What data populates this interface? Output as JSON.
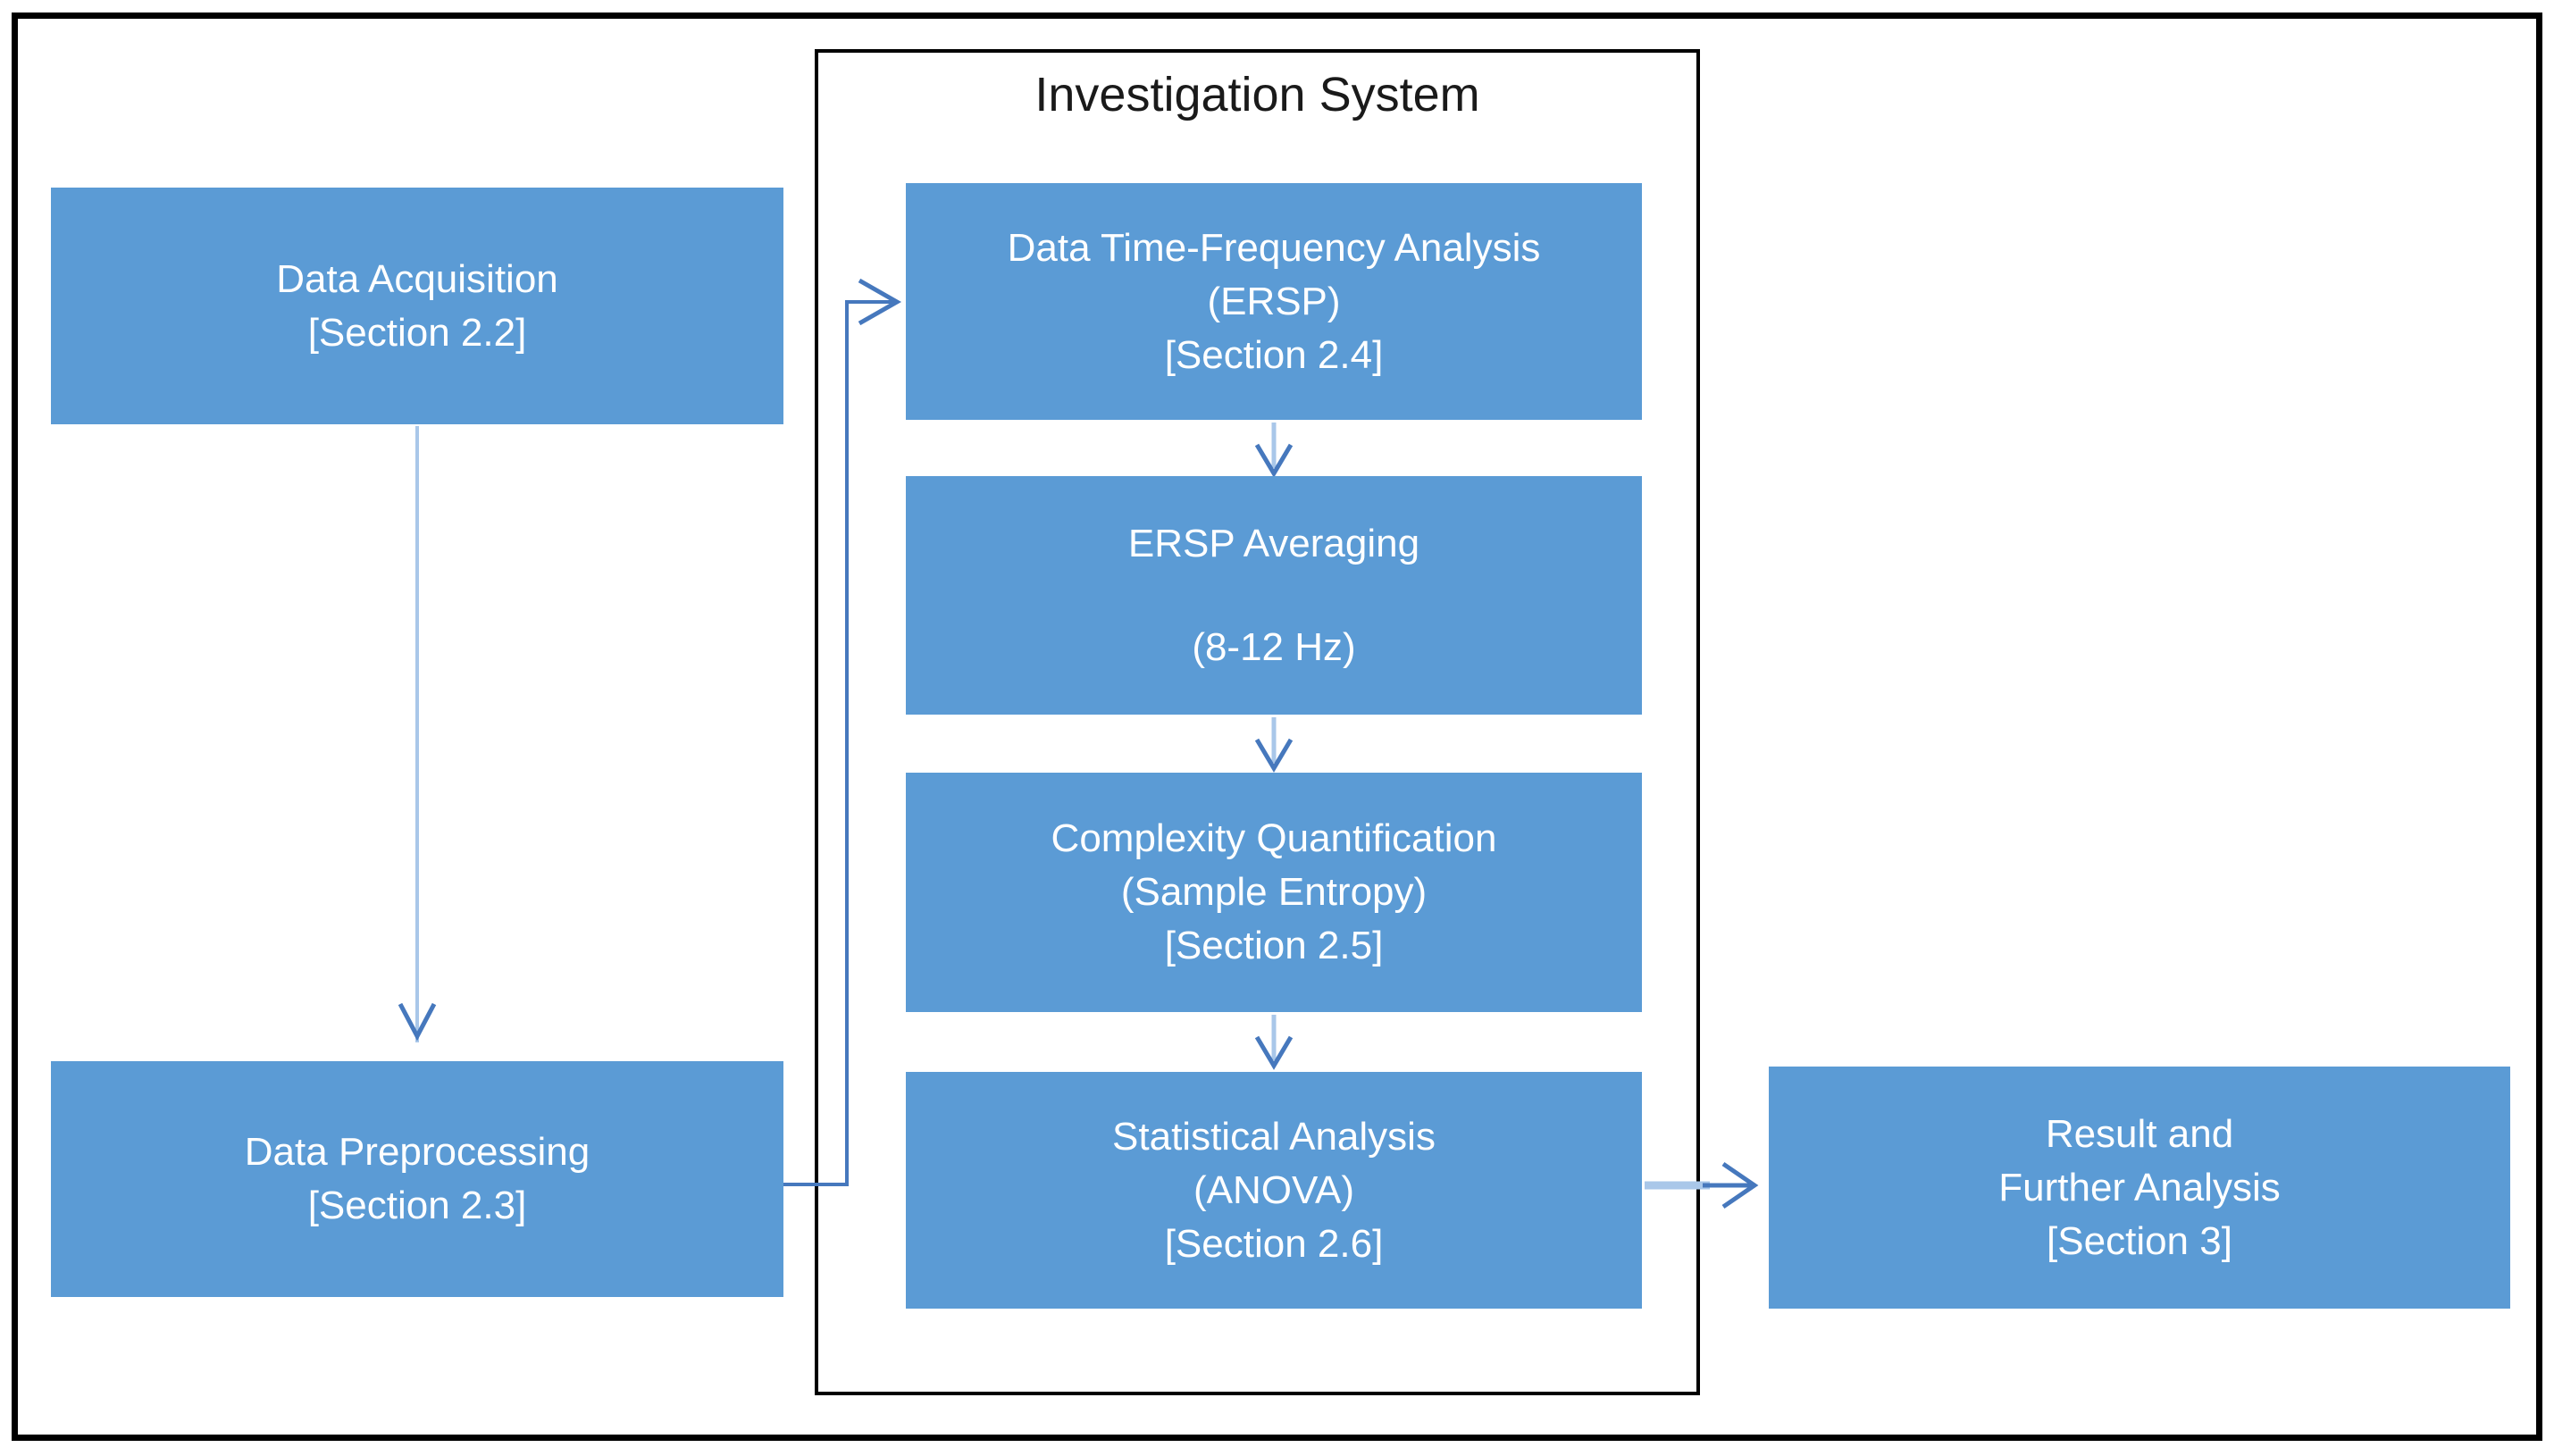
{
  "diagram": {
    "title": "Investigation System",
    "nodes": {
      "data_acquisition": {
        "lines": [
          "Data Acquisition",
          "[Section 2.2]"
        ]
      },
      "data_preprocessing": {
        "lines": [
          "Data Preprocessing",
          "[Section 2.3]"
        ]
      },
      "time_frequency_analysis": {
        "lines": [
          "Data Time-Frequency Analysis",
          "(ERSP)",
          "[Section 2.4]"
        ]
      },
      "ersp_averaging": {
        "lines": [
          "ERSP Averaging",
          "(8-12 Hz)"
        ]
      },
      "complexity_quantification": {
        "lines": [
          "Complexity Quantification",
          "(Sample Entropy)",
          "[Section 2.5]"
        ]
      },
      "statistical_analysis": {
        "lines": [
          "Statistical Analysis",
          "(ANOVA)",
          "[Section 2.6]"
        ]
      },
      "result_further_analysis": {
        "lines": [
          "Result and",
          "Further Analysis",
          "[Section 3]"
        ]
      }
    },
    "connections": [
      {
        "from": "data_acquisition",
        "to": "data_preprocessing"
      },
      {
        "from": "data_preprocessing",
        "to": "time_frequency_analysis"
      },
      {
        "from": "time_frequency_analysis",
        "to": "ersp_averaging"
      },
      {
        "from": "ersp_averaging",
        "to": "complexity_quantification"
      },
      {
        "from": "complexity_quantification",
        "to": "statistical_analysis"
      },
      {
        "from": "statistical_analysis",
        "to": "result_further_analysis"
      }
    ],
    "colors": {
      "box_fill": "#5B9BD5",
      "box_text": "#FFFFFF",
      "connector_light": "#A9C7E9",
      "connector_dark": "#4678BD",
      "frame": "#000000"
    }
  }
}
